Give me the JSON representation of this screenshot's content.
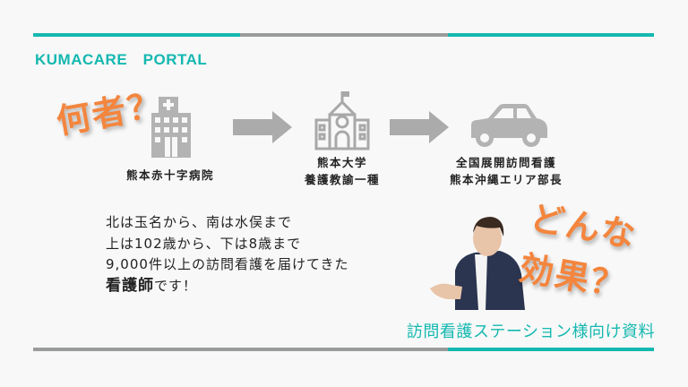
{
  "brand": "KUMACARE　PORTAL",
  "colors": {
    "teal": "#14b8b0",
    "gray": "#9a9c9b",
    "orange": "#f4853d",
    "icon_gray": "#b3b3b3"
  },
  "callouts": {
    "who": "何者？",
    "effect_line1": "どんな",
    "effect_line2": "効果？"
  },
  "career": [
    {
      "icon": "hospital-icon",
      "lines": [
        "熊本赤十字病院"
      ]
    },
    {
      "icon": "university-icon",
      "lines": [
        "熊本大学",
        "養護教諭一種"
      ]
    },
    {
      "icon": "car-icon",
      "lines": [
        "全国展開訪問看護",
        "熊本沖縄エリア部長"
      ]
    }
  ],
  "intro": {
    "line1": "北は玉名から、南は水俣まで",
    "line2": "上は102歳から、下は8歳まで",
    "line3": "9,000件以上の訪問看護を届けてきた",
    "line4_bold": "看護師",
    "line4_rest": "です！"
  },
  "footer": "訪問看護ステーション様向け資料"
}
